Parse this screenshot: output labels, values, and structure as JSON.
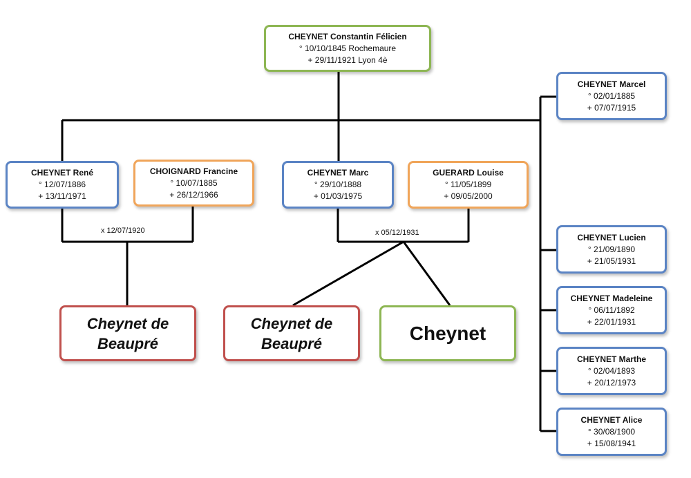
{
  "root": {
    "name": "CHEYNET Constantin Félicien",
    "birth": "° 10/10/1845 Rochemaure",
    "death": "+ 29/11/1921 Lyon 4è"
  },
  "children": {
    "rene": {
      "name": "CHEYNET René",
      "birth": "° 12/07/1886",
      "death": "+ 13/11/1971"
    },
    "marc": {
      "name": "CHEYNET Marc",
      "birth": "° 29/10/1888",
      "death": "+ 01/03/1975"
    },
    "marcel": {
      "name": "CHEYNET Marcel",
      "birth": "° 02/01/1885",
      "death": "+ 07/07/1915"
    },
    "lucien": {
      "name": "CHEYNET Lucien",
      "birth": "° 21/09/1890",
      "death": "+ 21/05/1931"
    },
    "madeleine": {
      "name": "CHEYNET Madeleine",
      "birth": "° 06/11/1892",
      "death": "+ 22/01/1931"
    },
    "marthe": {
      "name": "CHEYNET Marthe",
      "birth": "° 02/04/1893",
      "death": "+ 20/12/1973"
    },
    "alice": {
      "name": "CHEYNET Alice",
      "birth": "° 30/08/1900",
      "death": "+ 15/08/1941"
    }
  },
  "spouses": {
    "francine": {
      "name": "CHOIGNARD Francine",
      "birth": "° 10/07/1885",
      "death": "+ 26/12/1966"
    },
    "louise": {
      "name": "GUERARD Louise",
      "birth": "° 11/05/1899",
      "death": "+ 09/05/2000"
    }
  },
  "marriages": {
    "rene_francine": "x 12/07/1920",
    "marc_louise": "x 05/12/1931"
  },
  "descendant_lines": {
    "rene_line": {
      "line1": "Cheynet de",
      "line2": "Beaupré"
    },
    "marc_line_1": {
      "line1": "Cheynet de",
      "line2": "Beaupré"
    },
    "marc_line_2": {
      "line1": "Cheynet"
    }
  },
  "colors": {
    "male": "#5b84c4",
    "female": "#f0a55a",
    "root": "#8db653",
    "branch_beaupre": "#c0504d",
    "branch_cheynet": "#8db653",
    "connector": "#000000"
  }
}
